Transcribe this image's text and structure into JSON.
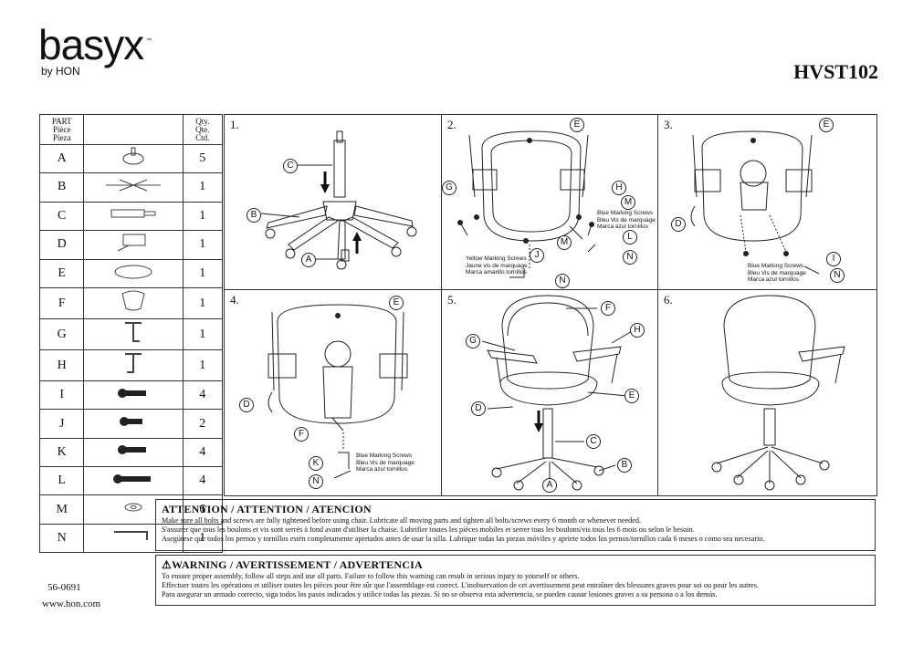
{
  "brand": {
    "name": "basyx",
    "sub": "by HON",
    "tm": "™"
  },
  "model": "HVST102",
  "parts_table": {
    "headers": {
      "part": "PART\nPièce\nPieza",
      "qty": "Qty.\nQte.\nCtd."
    },
    "rows": [
      {
        "label": "A",
        "qty": "5",
        "icon": "caster-icon"
      },
      {
        "label": "B",
        "qty": "1",
        "icon": "star-base-icon"
      },
      {
        "label": "C",
        "qty": "1",
        "icon": "gas-cylinder-icon"
      },
      {
        "label": "D",
        "qty": "1",
        "icon": "seat-mechanism-icon"
      },
      {
        "label": "E",
        "qty": "1",
        "icon": "seat-icon"
      },
      {
        "label": "F",
        "qty": "1",
        "icon": "backrest-icon"
      },
      {
        "label": "G",
        "qty": "1",
        "icon": "left-arm-icon"
      },
      {
        "label": "H",
        "qty": "1",
        "icon": "right-arm-icon"
      },
      {
        "label": "I",
        "qty": "4",
        "icon": "screw-icon"
      },
      {
        "label": "J",
        "qty": "2",
        "icon": "short-screw-icon"
      },
      {
        "label": "K",
        "qty": "4",
        "icon": "screw-icon"
      },
      {
        "label": "L",
        "qty": "4",
        "icon": "long-screw-icon"
      },
      {
        "label": "M",
        "qty": "6",
        "icon": "washer-icon"
      },
      {
        "label": "N",
        "qty": "1",
        "icon": "allen-key-icon"
      }
    ]
  },
  "steps": [
    {
      "num": "1.",
      "callouts": [
        "C",
        "B",
        "A"
      ]
    },
    {
      "num": "2.",
      "callouts": [
        "E",
        "G",
        "H",
        "M",
        "J",
        "L",
        "N",
        "M",
        "N"
      ],
      "notes": [
        {
          "lines": [
            "Blue Marking Screws",
            "Bleu Vis de marquage",
            "Marca azul tornillos"
          ]
        },
        {
          "lines": [
            "Yellow Marking Screws",
            "Jaune vis de marquage",
            "Marca amarillo tornillos"
          ]
        }
      ]
    },
    {
      "num": "3.",
      "callouts": [
        "E",
        "D",
        "I",
        "N"
      ],
      "notes": [
        {
          "lines": [
            "Blue Marking Screws",
            "Bleu Vis de marquage",
            "Marca azul tornillos"
          ]
        }
      ]
    },
    {
      "num": "4.",
      "callouts": [
        "E",
        "D",
        "F",
        "K",
        "N"
      ],
      "notes": [
        {
          "lines": [
            "Blue Marking Screws",
            "Bleu Vis de marquage",
            "Marca azul tornillos"
          ]
        }
      ]
    },
    {
      "num": "5.",
      "callouts": [
        "F",
        "G",
        "H",
        "E",
        "D",
        "C",
        "B",
        "A"
      ]
    },
    {
      "num": "6.",
      "callouts": []
    }
  ],
  "attention": {
    "title": "ATTENTION / ATTENTION / ATENCION",
    "lines": [
      "Make sure all bolts and screws are fully tightened before using chair. Lubricate all moving parts and tighten all bolts/screws every 6 month or whenever needed.",
      "S'assurer que tous les boulons et vis sont serrés à fond avant d'utiliser la chaise. Lubrifier toutes les pièces mobiles et serrer tous les boulons/vis tous les 6 mois ou selon le besoin.",
      "Asegúrese que todos los pernos y tornillos estén completamente apretados antes de usar la silla. Lubrique todas las piezas móviles y apriete todos los pernos/tornillos cada 6 meses o como sea necesario."
    ]
  },
  "warning": {
    "title": "WARNING / AVERTISSEMENT / ADVERTENCIA",
    "lines": [
      "To ensure proper assembly, follow all steps and use all parts. Failure to follow this warning can result in serious injury to yourself or others.",
      "Effectuer toutes les opérations et utiliser toutes les pièces pour être sûr que l'assemblage est correct. L'inobservation de cet avertissement peut entraîner des blessures graves pour soi ou pour les autres.",
      "Para asegurar un armado correcto, siga todos los pasos indicados y utilice todas las piezas. Si no se observa esta advertencia, se pueden causar lesiones graves a su persona o a los demás."
    ]
  },
  "footer": {
    "code": "56-0691",
    "url": "www.hon.com"
  }
}
